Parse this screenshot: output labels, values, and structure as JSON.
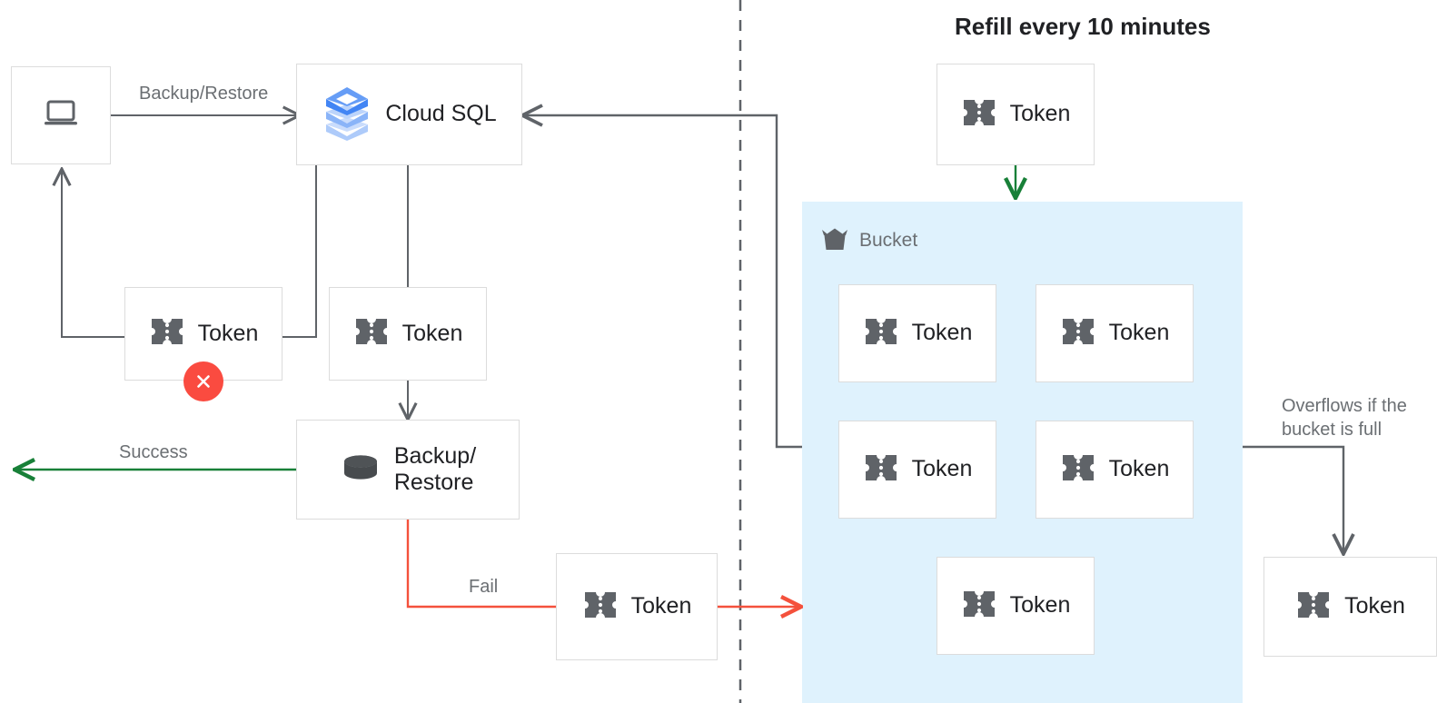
{
  "title": "Refill every 10 minutes",
  "colors": {
    "success_green": "#188038",
    "fail_red": "#f4513c",
    "edge_gray": "#5f6368",
    "box_border": "#dcdcdc",
    "bucket_fill": "#dff2fd",
    "token_icon": "#5f6368",
    "badge_red": "#fa4b40",
    "cloudsql_blue_dark": "#4285f4",
    "cloudsql_blue_mid": "#7ba9f7",
    "cloudsql_blue_light": "#aecbfa"
  },
  "nodes": {
    "client": {
      "label": "",
      "icon": "laptop-icon"
    },
    "cloud_sql": {
      "label": "Cloud SQL",
      "icon": "cloud-sql-icon"
    },
    "token_rejected": {
      "label": "Token",
      "icon": "token-icon",
      "badge": "x-badge"
    },
    "token_consumed": {
      "label": "Token",
      "icon": "token-icon"
    },
    "backup_restore": {
      "label": "Backup/\nRestore",
      "icon": "database-icon"
    },
    "token_failed": {
      "label": "Token",
      "icon": "token-icon"
    },
    "token_refill": {
      "label": "Token",
      "icon": "token-icon"
    },
    "token_overflow": {
      "label": "Token",
      "icon": "token-icon"
    }
  },
  "bucket": {
    "header_label": "Bucket",
    "header_icon": "bucket-icon",
    "tokens": [
      {
        "label": "Token"
      },
      {
        "label": "Token"
      },
      {
        "label": "Token"
      },
      {
        "label": "Token"
      },
      {
        "label": "Token"
      }
    ]
  },
  "edges": {
    "backup_restore_label": "Backup/Restore",
    "success_label": "Success",
    "fail_label": "Fail",
    "overflow_label": "Overflows if the\nbucket is full"
  }
}
